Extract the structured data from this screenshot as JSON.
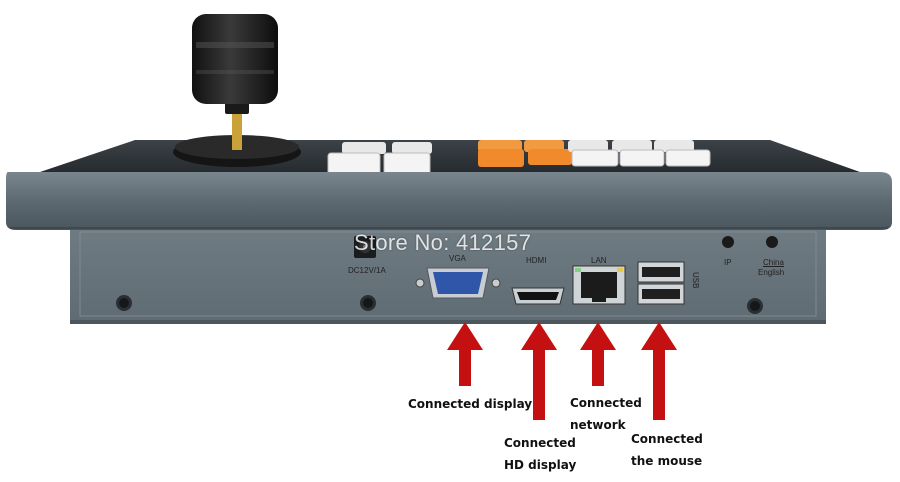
{
  "watermark": "Store No: 412157",
  "ports": {
    "power": "DC12V/1A",
    "vga": "VGA",
    "hdmi": "HDMI",
    "lan": "LAN",
    "usb": "USB",
    "ip": "IP",
    "lang_top": "China",
    "lang_bottom": "English"
  },
  "captions": {
    "display": "Connected display",
    "hd_line1": "Connected",
    "hd_line2": "HD display",
    "network_line1": "Connected",
    "network_line2": "network",
    "mouse_line1": "Connected",
    "mouse_line2": "the mouse"
  },
  "colors": {
    "body": "#5d6a72",
    "panel": "#6b777e",
    "arrow": "#c41010",
    "orange_key": "#f08a2a",
    "white_key": "#f4f4f4"
  }
}
